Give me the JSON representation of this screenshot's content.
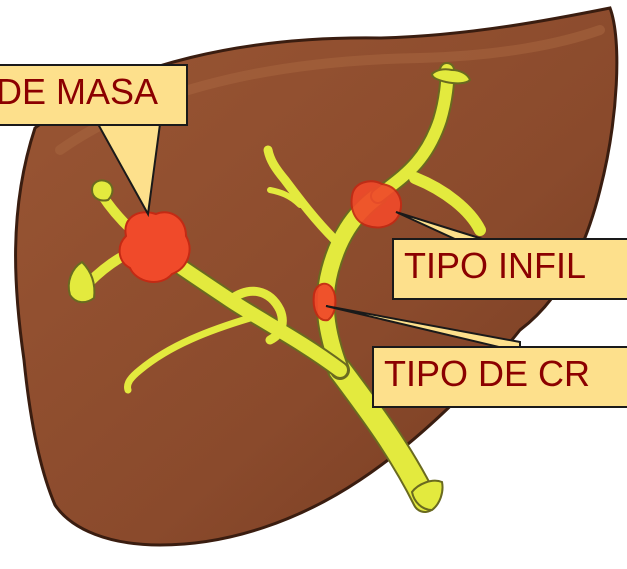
{
  "labels": {
    "mass_type": "DE MASA",
    "infiltrating_type": "TIPO INFIL",
    "growth_type": "TIPO DE CR"
  },
  "colors": {
    "liver": "#8a4a2c",
    "liver_outline": "#3a1d10",
    "bile_duct": "#e3ea3e",
    "tumor": "#f04a2a",
    "callout_fill": "#fde08c",
    "label_text": "#8b0000"
  }
}
